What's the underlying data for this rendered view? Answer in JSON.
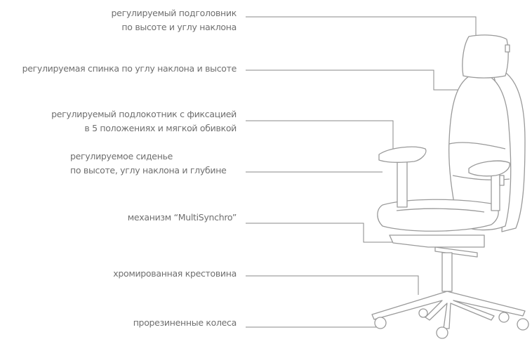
{
  "labels": {
    "headrest": {
      "line1": "регулируемый подголовник",
      "line2": "по высоте и углу наклона"
    },
    "backrest": {
      "line1": "регулируемая спинка по углу наклона и высоте"
    },
    "armrest": {
      "line1": "регулируемый подлокотник с фиксацией",
      "line2": "в 5 положениях и мягкой обивкой"
    },
    "seat": {
      "line1": "регулируемое сиденье",
      "line2": "по высоте, углу наклона и глубине"
    },
    "mechanism": {
      "line1": "механизм “MultiSynchro”"
    },
    "base": {
      "line1": "хромированная крестовина"
    },
    "wheels": {
      "line1": "прорезиненные колеса"
    }
  },
  "colors": {
    "text": "#6f6f6f",
    "line": "#8a8a8a",
    "chair": "#9a9a9a"
  }
}
